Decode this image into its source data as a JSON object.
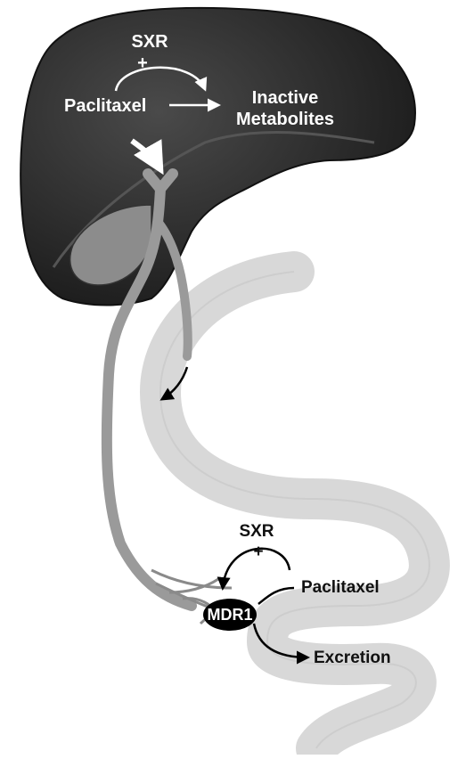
{
  "liver": {
    "sxr_label": "SXR",
    "plus_symbol": "+",
    "drug_label": "Paclitaxel",
    "product_label_line1": "Inactive",
    "product_label_line2": "Metabolites"
  },
  "intestine": {
    "sxr_label": "SXR",
    "plus_symbol": "+",
    "drug_label": "Paclitaxel",
    "transporter_label": "MDR1",
    "output_label": "Excretion"
  },
  "colors": {
    "liver": "#2a2a2a",
    "gallbladder": "#8c8c8c",
    "bile_duct": "#9a9a9a",
    "intestine": "#d8d8d8",
    "transporter_oval": "#000000",
    "arrow_on_dark": "#ffffff",
    "arrow_on_light": "#000000"
  }
}
